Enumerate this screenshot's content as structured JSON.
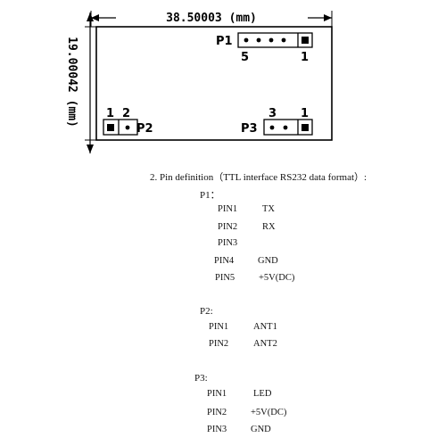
{
  "diagram": {
    "width_label": "38.50003 (mm)",
    "height_label": "19.00042 (mm)",
    "headers": [
      {
        "id": "P1",
        "label": "P1",
        "numbers": [
          "5",
          "1"
        ]
      },
      {
        "id": "P2",
        "label": "P2",
        "numbers": [
          "1",
          "2"
        ]
      },
      {
        "id": "P3",
        "label": "P3",
        "numbers": [
          "3",
          "1"
        ]
      }
    ]
  },
  "doc": {
    "heading": "2. Pin definition（TTL interface RS232 data format）:",
    "groups": [
      {
        "label": "P1：",
        "pins": [
          {
            "pin": "PIN1",
            "func": "TX"
          },
          {
            "pin": "PIN2",
            "func": "RX"
          },
          {
            "pin": "PIN3",
            "func": ""
          },
          {
            "pin": "PIN4",
            "func": "GND"
          },
          {
            "pin": "PIN5",
            "func": "+5V(DC)"
          }
        ]
      },
      {
        "label": "P2:",
        "pins": [
          {
            "pin": "PIN1",
            "func": "ANT1"
          },
          {
            "pin": "PIN2",
            "func": "ANT2"
          }
        ]
      },
      {
        "label": "P3:",
        "pins": [
          {
            "pin": "PIN1",
            "func": "LED"
          },
          {
            "pin": "PIN2",
            "func": "+5V(DC)"
          },
          {
            "pin": "PIN3",
            "func": "GND"
          }
        ]
      }
    ]
  }
}
